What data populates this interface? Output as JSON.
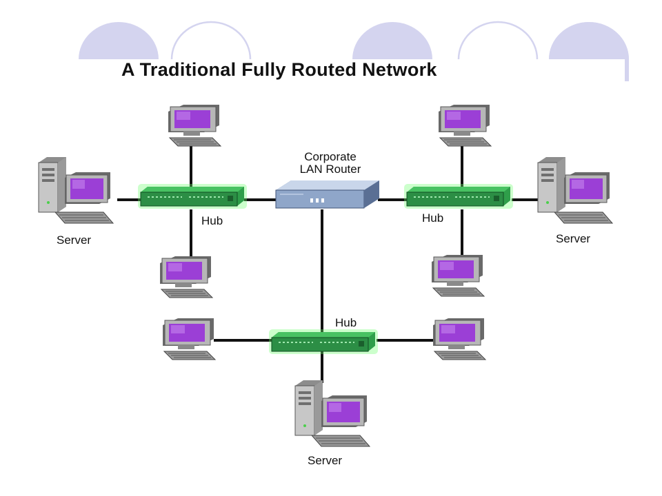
{
  "title": "A Traditional Fully Routed Network",
  "colors": {
    "decor_circle": "#d4d4ef",
    "hub_green": "#2f9e4a",
    "hub_glow": "#6cff6c",
    "router_blue": "#8fa6c9",
    "monitor_purple": "#9b3fd6",
    "cable": "#111111"
  },
  "router": {
    "icon": "router-icon",
    "label_line1": "Corporate",
    "label_line2": "LAN Router"
  },
  "hubs": {
    "left": {
      "label": "Hub",
      "icon": "hub-icon"
    },
    "right": {
      "label": "Hub",
      "icon": "hub-icon"
    },
    "bottom": {
      "label": "Hub",
      "icon": "hub-icon"
    }
  },
  "servers": {
    "left": {
      "label": "Server",
      "icon": "server-icon"
    },
    "right": {
      "label": "Server",
      "icon": "server-icon"
    },
    "bottom": {
      "label": "Server",
      "icon": "server-icon"
    }
  },
  "workstations": {
    "icon": "workstation-icon",
    "count": 6
  }
}
